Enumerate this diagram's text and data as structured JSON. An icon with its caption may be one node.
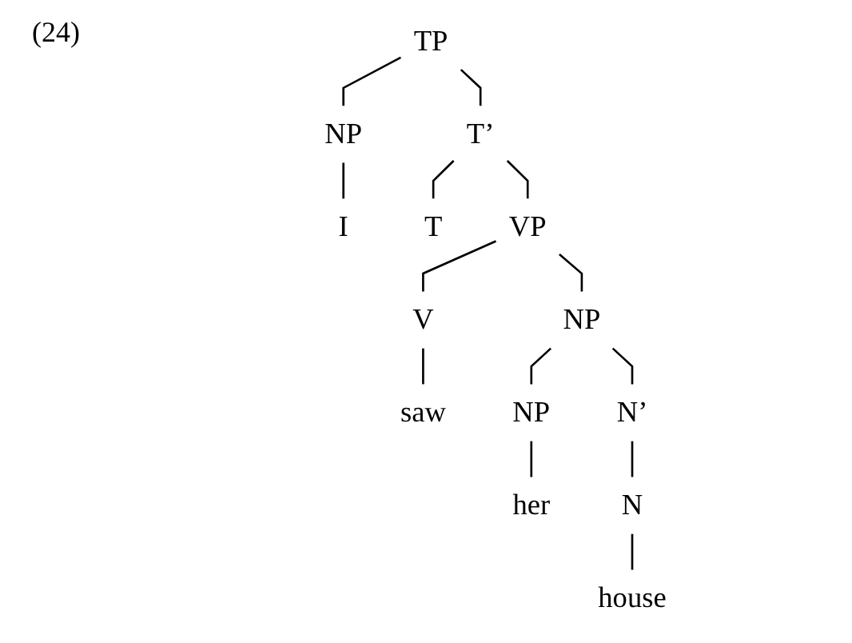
{
  "diagram": {
    "nodes": [
      {
        "text": [
          "TP"
        ]
      },
      {
        "text": [
          "NP"
        ]
      },
      {
        "text": [
          "T’"
        ]
      },
      {
        "text": [
          "I"
        ]
      },
      {
        "text": [
          "T"
        ]
      },
      {
        "text": [
          "VP"
        ]
      },
      {
        "text": [
          "V"
        ]
      },
      {
        "text": [
          "NP"
        ]
      },
      {
        "text": [
          "saw"
        ]
      },
      {
        "text": [
          "NP"
        ]
      },
      {
        "text": [
          "N’"
        ]
      },
      {
        "text": [
          "her"
        ]
      },
      {
        "text": [
          "N"
        ]
      },
      {
        "text": [
          "house"
        ]
      }
    ],
    "edges": [
      {
        "from": 0,
        "to": 1,
        "arrow": "none"
      },
      {
        "from": 0,
        "to": 2,
        "arrow": "none"
      },
      {
        "from": 1,
        "to": 3,
        "arrow": "none"
      },
      {
        "from": 2,
        "to": 4,
        "arrow": "none"
      },
      {
        "from": 2,
        "to": 5,
        "arrow": "none"
      },
      {
        "from": 5,
        "to": 6,
        "arrow": "none"
      },
      {
        "from": 5,
        "to": 7,
        "arrow": "none"
      },
      {
        "from": 6,
        "to": 8,
        "arrow": "none"
      },
      {
        "from": 7,
        "to": 9,
        "arrow": "none"
      },
      {
        "from": 7,
        "to": 10,
        "arrow": "none"
      },
      {
        "from": 9,
        "to": 11,
        "arrow": "none"
      },
      {
        "from": 10,
        "to": 12,
        "arrow": "none"
      },
      {
        "from": 12,
        "to": 13,
        "arrow": "none"
      }
    ],
    "labels": [
      "(24)"
    ]
  }
}
